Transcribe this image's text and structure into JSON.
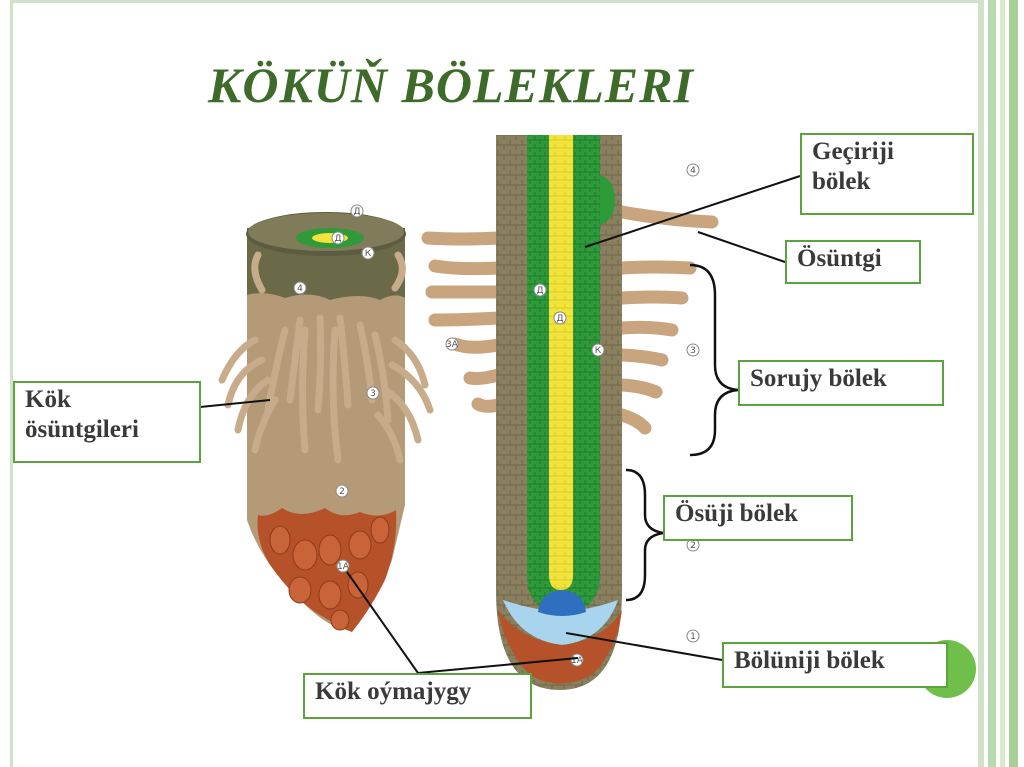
{
  "slide": {
    "title": "KÖKÜŇ BÖLEKLERI",
    "colors": {
      "title": "#3e6b29",
      "label_border": "#5aa33e",
      "accent_green": "#6fbf4a"
    }
  },
  "labels": {
    "gecirij_1": "Geçiriji",
    "gecirij_2": "bölek",
    "osuntgi": "Ösüntgi",
    "soruji": "Sorujy bölek",
    "osuji": "Ösüji bölek",
    "boluniji": "Bölüniji bölek",
    "kok_oymajygy": "Kök oýmajygy",
    "kok_osuntgileri_1": "Kök",
    "kok_osuntgileri_2": "ösüntgileri"
  },
  "diagram_marks": {
    "left_top_a": "Д",
    "left_top_b": "Д",
    "left_top_c": "К",
    "left_4": "4",
    "left_3": "3",
    "left_2": "2",
    "left_1": "1А",
    "right_4": "4",
    "right_3": "3",
    "right_2": "2",
    "right_1": "1",
    "right_d1": "Д",
    "right_d2": "Д",
    "right_k": "К",
    "right_3a": "3А",
    "right_1a": "1А"
  }
}
